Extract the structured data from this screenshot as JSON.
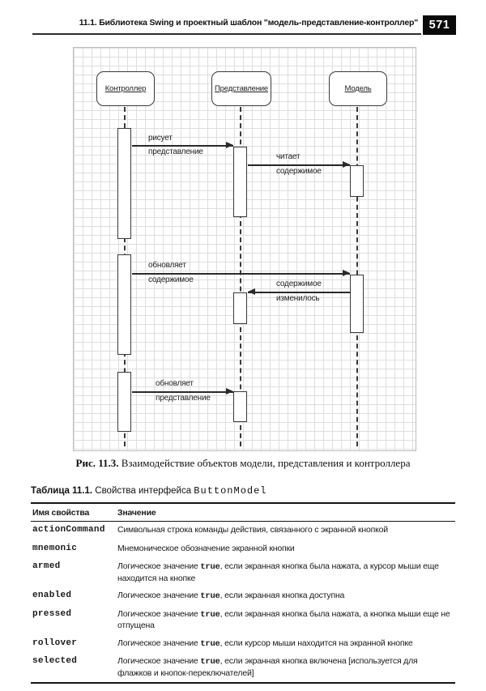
{
  "header": {
    "title": "11.1. Библиотека Swing и проектный шаблон \"модель-представление-контроллер\"",
    "page_number": "571"
  },
  "diagram": {
    "actors": [
      {
        "label": "Контроллер"
      },
      {
        "label": "Представление"
      },
      {
        "label": "Модель"
      }
    ],
    "messages": [
      {
        "line1": "рисует",
        "line2": "представление"
      },
      {
        "line1": "читает",
        "line2": "содержимое"
      },
      {
        "line1": "обновляет",
        "line2": "содержимое"
      },
      {
        "line1": "содержимое",
        "line2": "изменилось"
      },
      {
        "line1": "обновляет",
        "line2": "представление"
      }
    ],
    "caption": {
      "label": "Рис. 11.3.",
      "text": " Взаимодействие объектов модели, представления и контроллера"
    }
  },
  "table": {
    "title": {
      "label": "Таблица 11.1.",
      "text": " Свойства интерфейса ",
      "code": "ButtonModel"
    },
    "columns": [
      "Имя свойства",
      "Значение"
    ],
    "rows": [
      {
        "name": "actionCommand",
        "before": "Символьная строка команды действия, связанного с экранной кнопкой",
        "code": "",
        "after": ""
      },
      {
        "name": "mnemonic",
        "before": "Мнемоническое обозначение экранной кнопки",
        "code": "",
        "after": ""
      },
      {
        "name": "armed",
        "before": "Логическое значение ",
        "code": "true",
        "after": ", если экранная кнопка была нажата, а курсор мыши еще находится на кнопке"
      },
      {
        "name": "enabled",
        "before": "Логическое значение ",
        "code": "true",
        "after": ", если экранная кнопка доступна"
      },
      {
        "name": "pressed",
        "before": "Логическое значение ",
        "code": "true",
        "after": ", если экранная кнопка была нажата, а кнопка мыши еще не отпущена"
      },
      {
        "name": "rollover",
        "before": "Логическое значение ",
        "code": "true",
        "after": ", если курсор мыши находится на экранной кнопке"
      },
      {
        "name": "selected",
        "before": "Логическое значение ",
        "code": "true",
        "after": ", если экранная кнопка включена [используется для флажков и кнопок-переключателей]"
      }
    ]
  }
}
